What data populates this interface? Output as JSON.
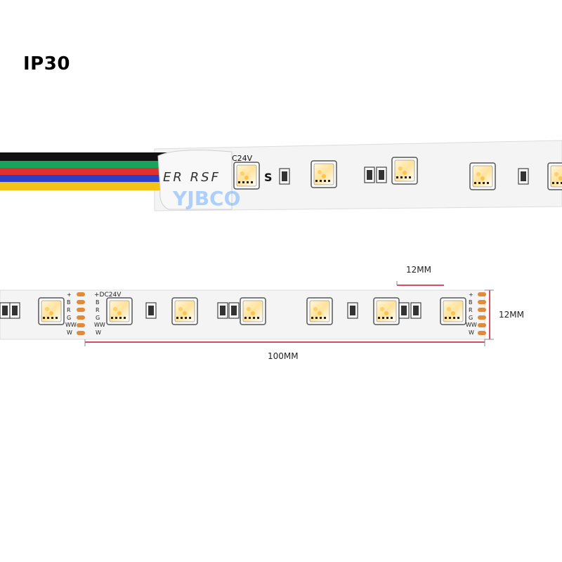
{
  "title": "IP30",
  "top_strip": {
    "voltage_label": "C24V",
    "print_text": "ER RSF",
    "cut_mark": "S",
    "watermark": "YJBCO",
    "wire_colors": [
      "#111111",
      "#1aa35a",
      "#e03030",
      "#2d3fc8",
      "#f2c21b"
    ]
  },
  "bottom_strip": {
    "voltage_label": "+DC24V",
    "pad_labels": [
      "+",
      "B",
      "R",
      "G",
      "WW",
      "W"
    ],
    "dim_length": "100MM",
    "dim_led_spacing": "12MM",
    "dim_width": "12MM"
  },
  "colors": {
    "pcb": "#f4f4f4",
    "pad": "#e08a3a",
    "led_warm": "#ffd98a",
    "dimension_line": "#c8102e"
  }
}
